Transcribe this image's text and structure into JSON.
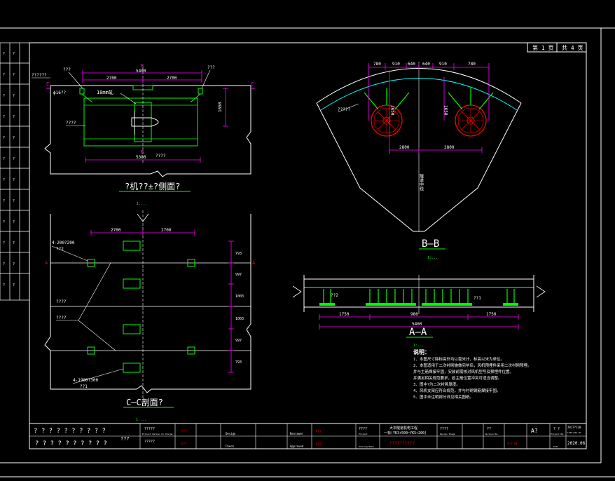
{
  "sheet": {
    "page_label": "第 1 页",
    "total_label": "共 4 页"
  },
  "plan_view": {
    "title": "?机??±?侧面?",
    "scale": "1:...",
    "label_section_b": "B",
    "label_section_c": "C",
    "callout_1": "??????",
    "callout_2": "???",
    "callout_3": "???",
    "callout_fan": "10mm轧",
    "callout_diam": "ϕ16??",
    "callout_body": "????",
    "callout_bottom": "????",
    "dims": {
      "overall": "5400",
      "left": "2700",
      "right": "2700",
      "height": "1650",
      "bottom": "5380"
    }
  },
  "cc_view": {
    "title": "C—C剖面?",
    "scale": "1:...",
    "label_a": "A",
    "callout_top": "4-200?200",
    "callout_top_sub": "??2",
    "callout_mid1": "????",
    "callout_mid2": "????",
    "callout_bot": "4-1900?300",
    "callout_bot_sub": "??1",
    "dims_top": [
      "2700",
      "2700"
    ],
    "dims_right": [
      "793",
      "997",
      "1003",
      "1003",
      "997",
      "793"
    ]
  },
  "bb_view": {
    "title": "B—B",
    "scale": "1:...",
    "dims_top": [
      "780",
      "910",
      "640",
      "640",
      "910",
      "780"
    ],
    "dim_height_left": "1650",
    "dim_height_right": "1650",
    "dims_bottom": [
      "2800",
      "2800"
    ],
    "callout_left": "?????",
    "center_label": "隧道中线"
  },
  "aa_view": {
    "title": "A—A",
    "scale": "1:...",
    "callout_left": "??2",
    "callout_right": "??1",
    "dims": [
      "1750",
      "980",
      "1750"
    ],
    "dim_overall": "5400"
  },
  "notes": {
    "title": "说明：",
    "items": [
      "1、本图尺寸除标高外均以毫米计，标高以米为单位。",
      "2、本图适用于二次衬砌施做完毕后，风机预埋件采用二次衬砌预埋。",
      "并与主筋焊接牢固，安装前需核对风机型号及预埋件位置。",
      "并满足相关规范要求，若主筋位置冲突可适当调整。",
      "3、图中?为二次衬砌厚度。",
      "4、风机支架应符合规范，并与衬砌钢筋焊接牢固。",
      "5、图中未注明部分详见相关图纸。"
    ]
  },
  "title_block": {
    "left_row1": "? ? ? ? ? ? ? ? ? ?",
    "left_row2": "? ? ? ? ? ? ? ? ? ?",
    "qm": "???",
    "design_label": "?????",
    "design_en": "Project Person In Charge",
    "cell_design": "Design",
    "cell_check": "Check",
    "cell_reviewer": "Reviewer",
    "cell_approved": "Approved",
    "project_label": "????",
    "project_en": "Project",
    "project_name": "大华隧道机电工程",
    "project_sub": "一标(YK3+500~YK5+200)",
    "drawing_name": "??????????",
    "drawing_en": "Drawing Name",
    "design_stage": "????",
    "design_stage_en": "Design Stage",
    "version": "??",
    "version_en": "Version No.",
    "scale_a": "A?",
    "project_no": "? ?",
    "project_no_en": "Project No.",
    "project_no_val": "2017?120",
    "drawing_no_val": "LS01(JD)-01",
    "date_en": "Date",
    "date_val": "2020.06",
    "red_mark": "S-5-18"
  },
  "colors": {
    "background": "#000000",
    "line": "#ffffff",
    "dimension": "#ff00ff",
    "steel": "#00ff00",
    "lining": "#00ffff",
    "fan": "#ff0000",
    "notes": "#ffffff"
  }
}
